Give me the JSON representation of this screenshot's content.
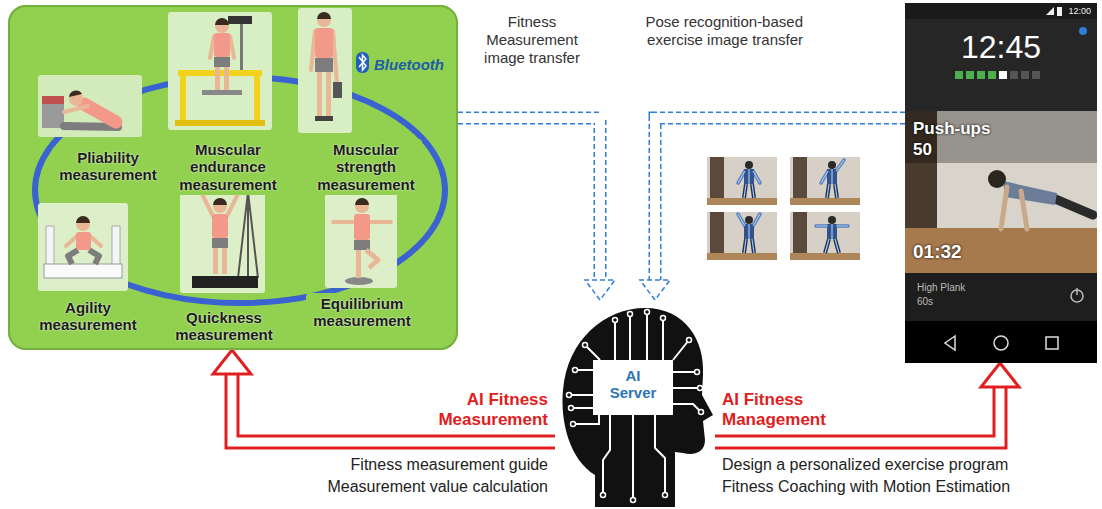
{
  "diagram": {
    "nodes": [
      {
        "text": [
          "Bluetooth"
        ]
      },
      {
        "text": [
          "Pliability measurement"
        ],
        "in": 0
      },
      {
        "text": [
          "Muscular endurance measurement"
        ],
        "in": 0
      },
      {
        "text": [
          "Muscular strength measurement"
        ],
        "in": 0
      },
      {
        "text": [
          "Agility measurement"
        ],
        "in": 0
      },
      {
        "text": [
          "Quickness measurement"
        ],
        "in": 0
      },
      {
        "text": [
          "Equilibrium measurement"
        ],
        "in": 0
      },
      {
        "text": [
          "AI Server"
        ]
      },
      {
        "text": [
          "12:00",
          "12:45",
          "Push-ups",
          "50",
          "01:32",
          "High Plank",
          "60s"
        ]
      }
    ],
    "edges": [
      {
        "from": 0,
        "to": 7,
        "arrow": "to",
        "label": "Fitness Measurement image transfer"
      },
      {
        "from": 8,
        "to": 7,
        "arrow": "to",
        "label": "Pose recognition-based exercise image transfer"
      },
      {
        "from": 7,
        "to": 0,
        "arrow": "to",
        "label": "AI Fitness Measurement"
      },
      {
        "from": 7,
        "to": 8,
        "arrow": "to",
        "label": "AI Fitness Management"
      }
    ],
    "labels": [
      "Fitness measurement guide",
      "Measurement value calculation",
      "Design a personalized exercise program",
      "Fitness Coaching with Motion Estimation"
    ]
  }
}
